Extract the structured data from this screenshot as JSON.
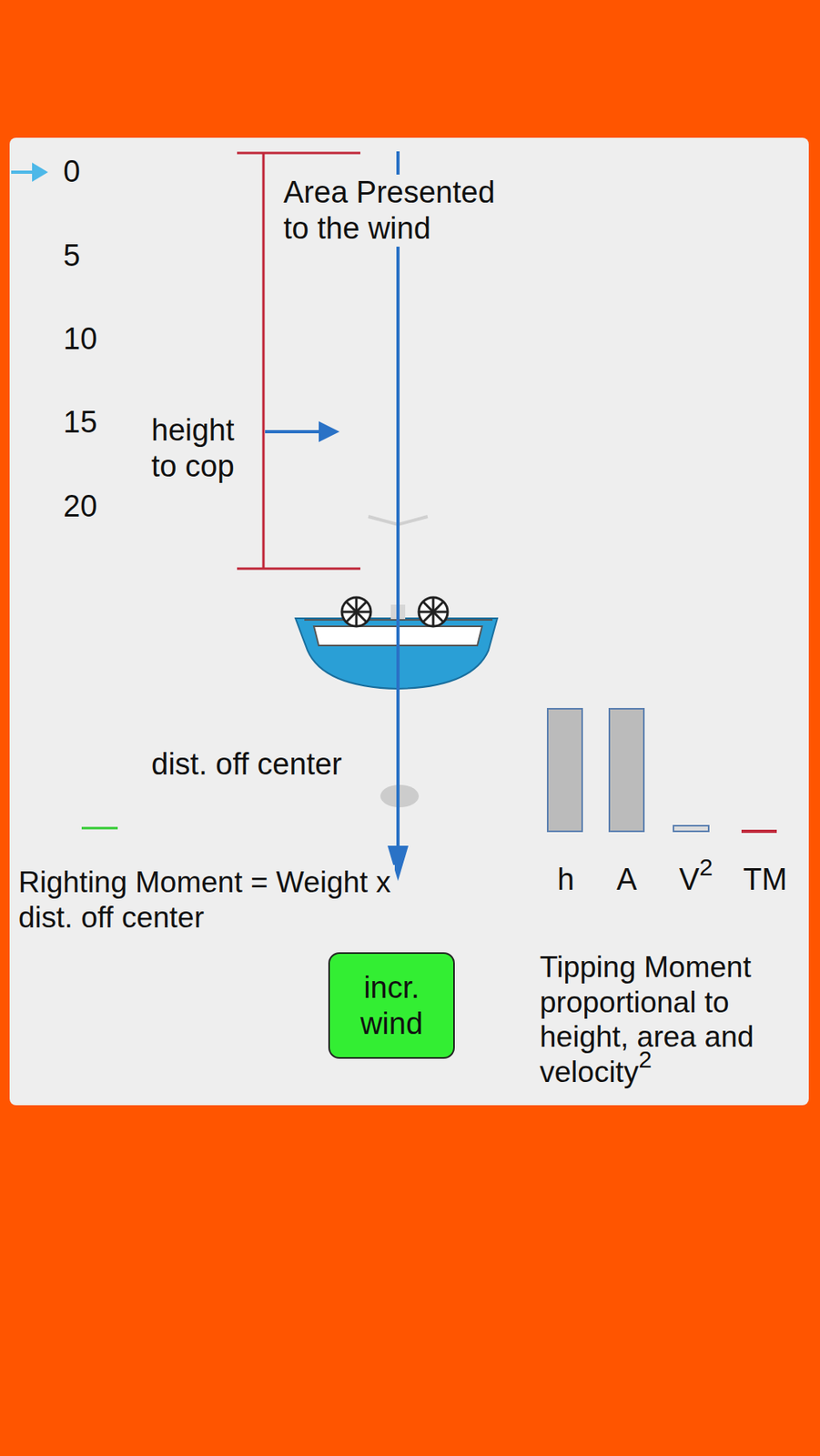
{
  "diagram": {
    "nodes": [
      {
        "text": [
          "incr. wind"
        ]
      }
    ],
    "labels": [
      "0",
      "5",
      "10",
      "15",
      "20",
      "Area Presented to the wind",
      "height to cop",
      "dist. off center",
      "Righting Moment = Weight x dist. off center",
      "h",
      "A",
      "V",
      "2",
      "TM",
      "Tipping Moment proportional to height, area and velocity",
      "2"
    ]
  }
}
